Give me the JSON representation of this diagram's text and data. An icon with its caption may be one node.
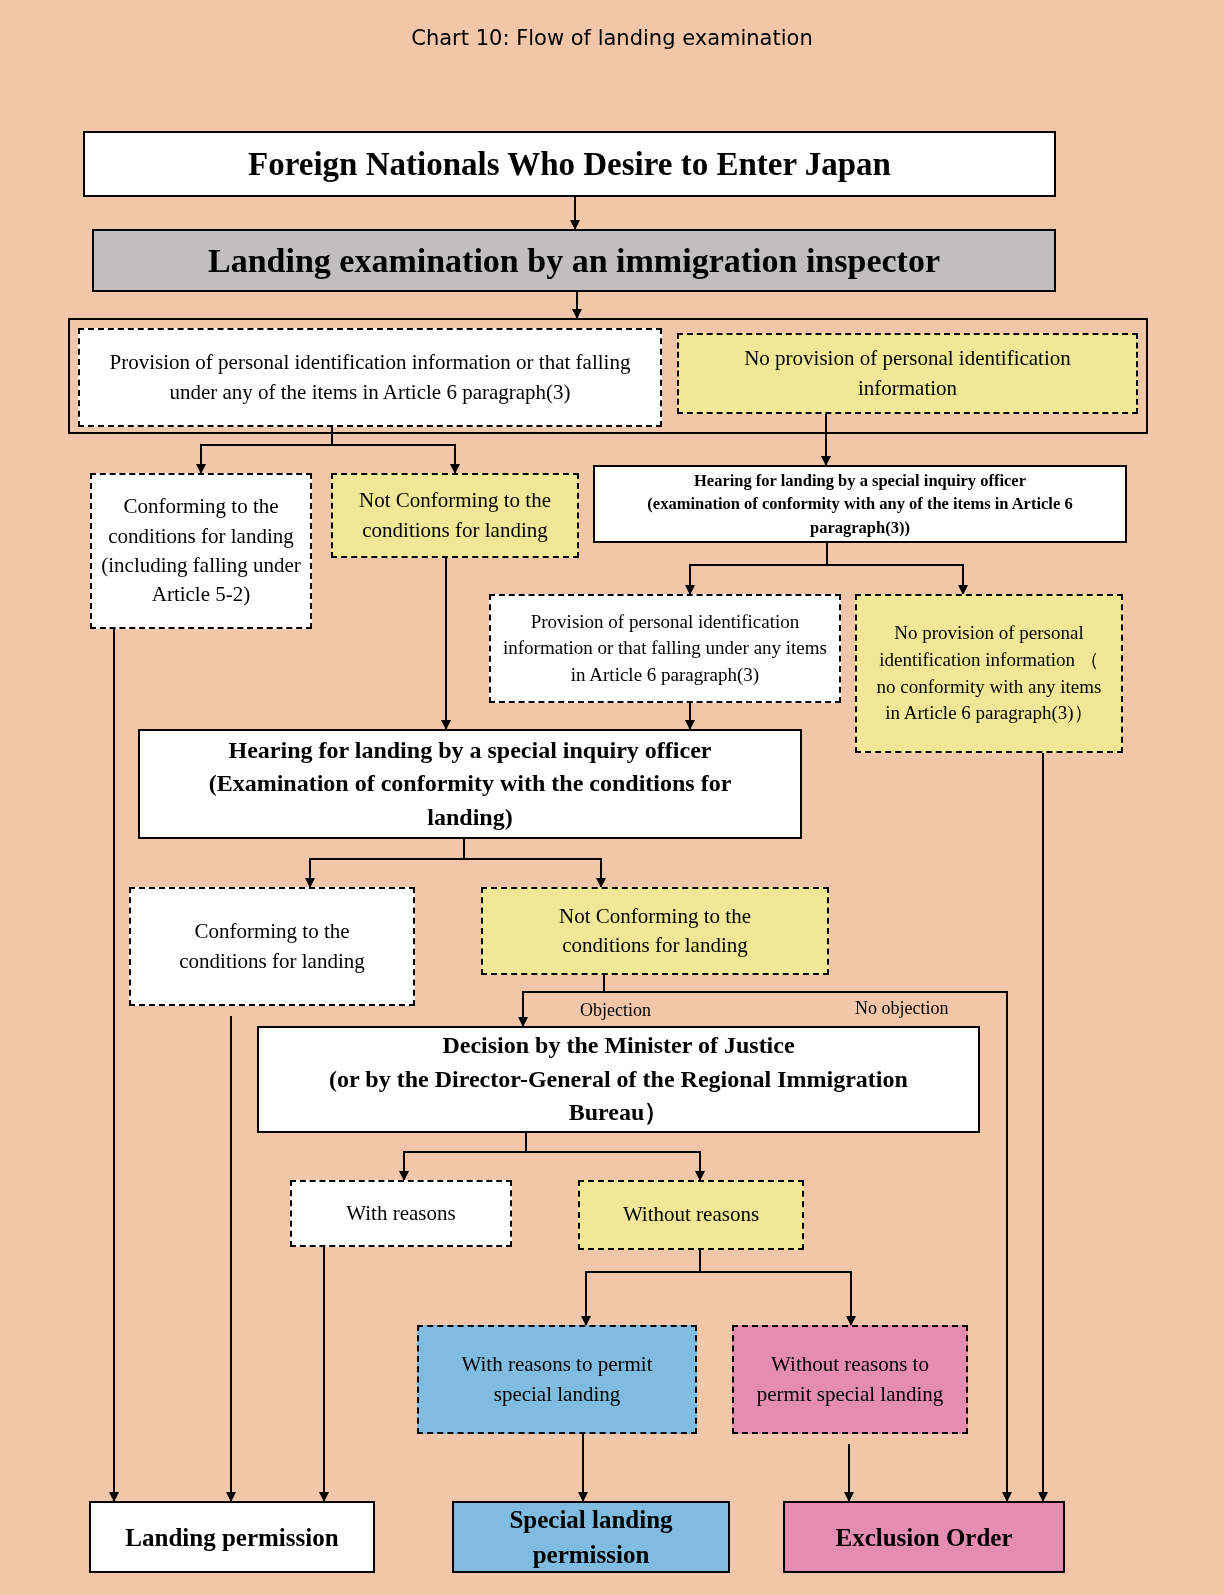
{
  "diagram": {
    "title": "Chart 10: Flow of landing examination",
    "nodes": [
      {
        "text": [
          "Foreign Nationals Who Desire to Enter Japan"
        ]
      },
      {
        "text": [
          "Landing examination by an immigration inspector"
        ]
      },
      {
        "text": [],
        "shape": "box"
      },
      {
        "text": [
          "Provision of personal identification information or that falling under any of the items in Article 6 paragraph(3)"
        ],
        "in": 2
      },
      {
        "text": [
          "No provision of personal identification information"
        ],
        "in": 2
      },
      {
        "text": [
          "Conforming to the conditions for landing (including falling under Article 5-2)"
        ]
      },
      {
        "text": [
          "Not Conforming to the conditions for landing"
        ]
      },
      {
        "text": [
          "Hearing for landing by a special inquiry officer",
          "(examination of conformity with any of the items in Article 6 paragraph(3))"
        ]
      },
      {
        "text": [
          "Provision of personal identification information or that falling under any items in Article 6 paragraph(3)"
        ]
      },
      {
        "text": [
          "No provision of personal identification information （ no conformity with any items in Article 6 paragraph(3)）"
        ]
      },
      {
        "text": [
          "Hearing for landing by a special inquiry officer",
          "(Examination of conformity with the conditions for landing)"
        ]
      },
      {
        "text": [
          "Conforming to the conditions for landing"
        ]
      },
      {
        "text": [
          "Not Conforming to the conditions for landing"
        ]
      },
      {
        "text": [
          "Decision by the Minister of Justice",
          "(or by the Director-General of the Regional Immigration Bureau）"
        ]
      },
      {
        "text": [
          "With reasons"
        ]
      },
      {
        "text": [
          "Without reasons"
        ]
      },
      {
        "text": [
          "With reasons to permit special landing"
        ]
      },
      {
        "text": [
          "Without reasons to permit special landing"
        ]
      },
      {
        "text": [
          "Landing permission"
        ]
      },
      {
        "text": [
          "Special landing permission"
        ]
      },
      {
        "text": [
          "Exclusion Order"
        ]
      }
    ],
    "edges": [
      {
        "from": 0,
        "to": 1,
        "arrow": "to"
      },
      {
        "from": 1,
        "to": 2,
        "arrow": "to"
      },
      {
        "from": 3,
        "to": 5,
        "arrow": "to"
      },
      {
        "from": 3,
        "to": 6,
        "arrow": "to"
      },
      {
        "from": 4,
        "to": 7,
        "arrow": "to"
      },
      {
        "from": 7,
        "to": 8,
        "arrow": "to"
      },
      {
        "from": 7,
        "to": 9,
        "arrow": "to"
      },
      {
        "from": 6,
        "to": 10,
        "arrow": "to"
      },
      {
        "from": 8,
        "to": 10,
        "arrow": "to"
      },
      {
        "from": 10,
        "to": 11,
        "arrow": "to"
      },
      {
        "from": 10,
        "to": 12,
        "arrow": "to"
      },
      {
        "from": 12,
        "to": 13,
        "arrow": "to",
        "label": "Objection"
      },
      {
        "from": 12,
        "to": 20,
        "arrow": "to",
        "label": "No objection"
      },
      {
        "from": 13,
        "to": 14,
        "arrow": "to"
      },
      {
        "from": 13,
        "to": 15,
        "arrow": "to"
      },
      {
        "from": 15,
        "to": 16,
        "arrow": "to"
      },
      {
        "from": 15,
        "to": 17,
        "arrow": "to"
      },
      {
        "from": 16,
        "to": 19,
        "arrow": "to"
      },
      {
        "from": 17,
        "to": 20,
        "arrow": "to"
      },
      {
        "from": 5,
        "to": 18,
        "arrow": "to"
      },
      {
        "from": 11,
        "to": 18,
        "arrow": "to"
      },
      {
        "from": 14,
        "to": 18,
        "arrow": "to"
      },
      {
        "from": 9,
        "to": 20,
        "arrow": "to"
      }
    ]
  }
}
